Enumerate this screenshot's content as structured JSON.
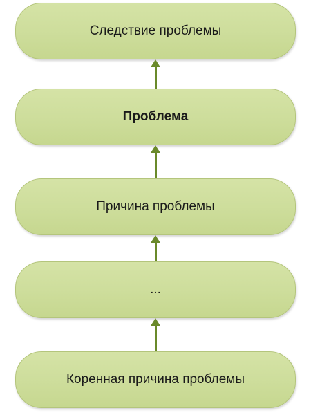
{
  "diagram": {
    "boxes": [
      {
        "label": "Следствие проблемы"
      },
      {
        "label": "Проблема"
      },
      {
        "label": "Причина проблемы"
      },
      {
        "label": "..."
      },
      {
        "label": "Коренная причина проблемы"
      }
    ]
  },
  "colors": {
    "box_fill": "#cddd9b",
    "box_border": "#b4c57c",
    "arrow": "#6a8a2a"
  }
}
